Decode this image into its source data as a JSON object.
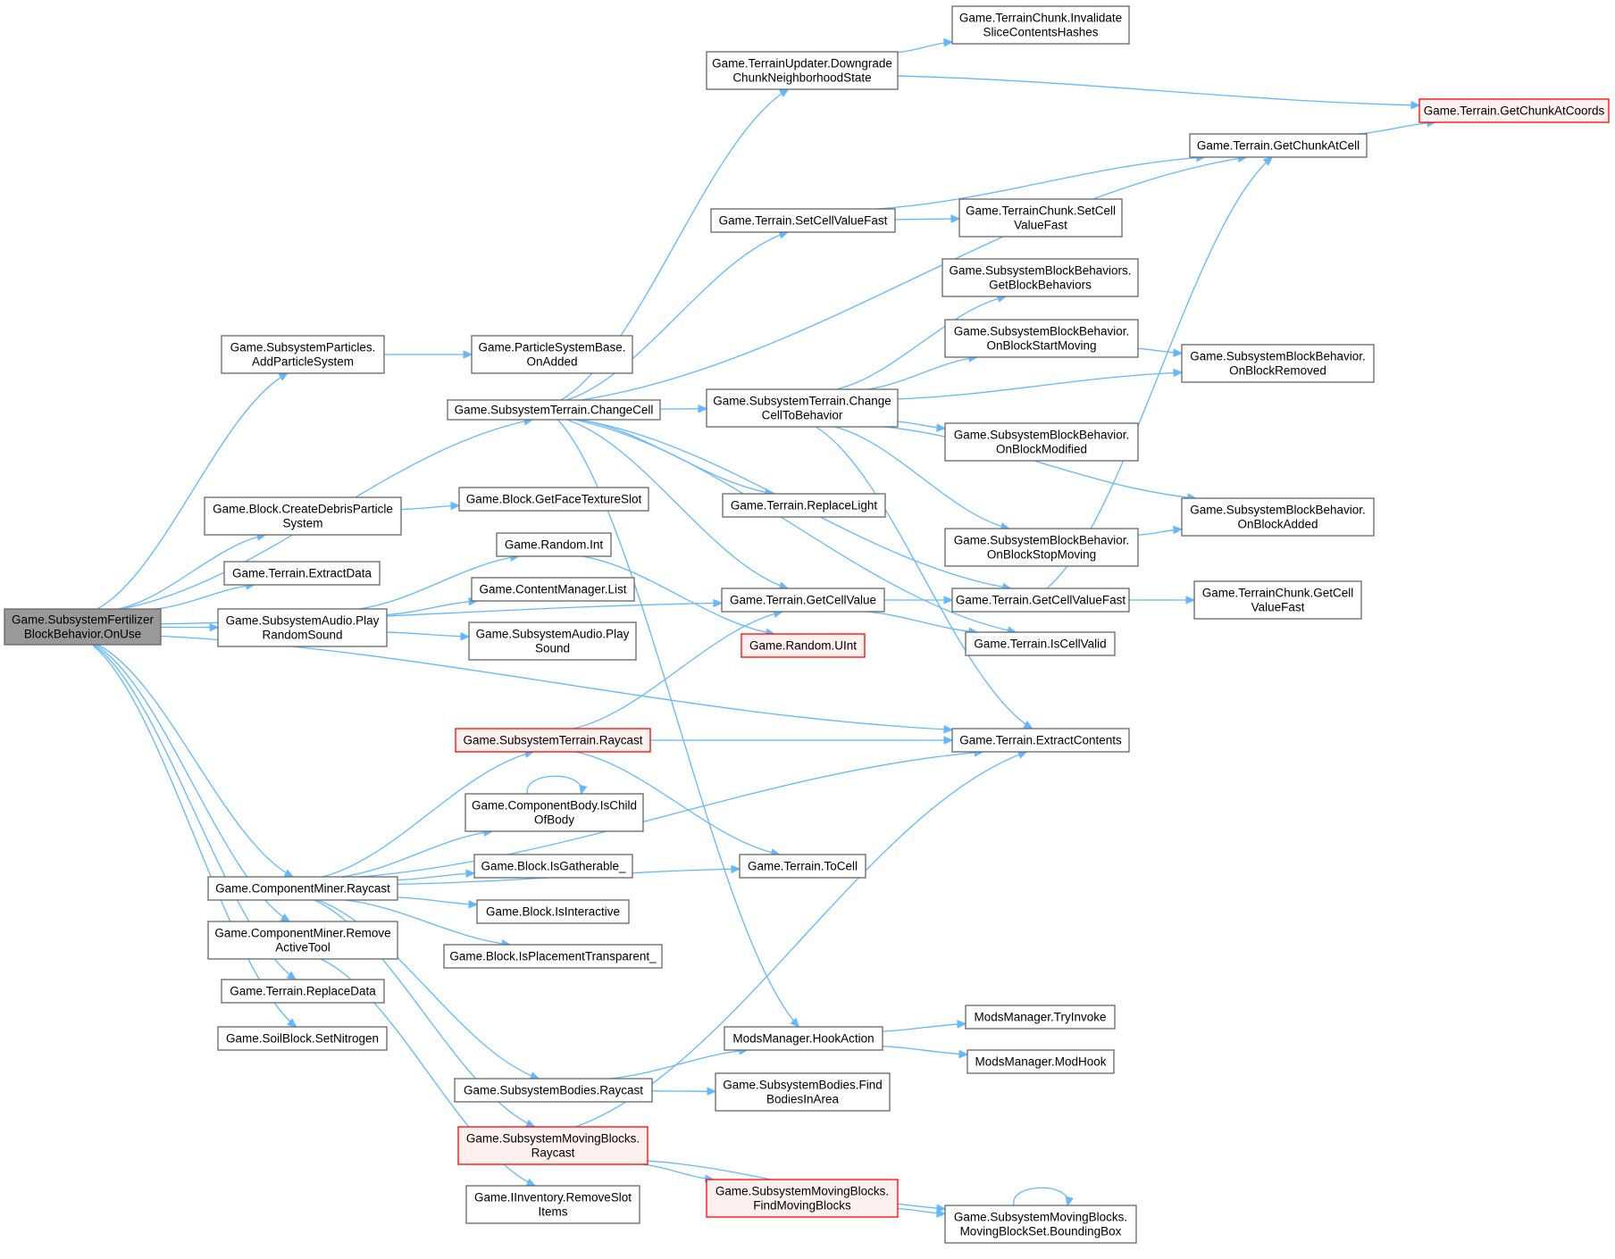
{
  "graph": {
    "edge_color": "#63b8ff",
    "root_fill": "#999999",
    "highlight_border": "#ff0000",
    "nodes": [
      {
        "id": "root",
        "lines": [
          "Game.SubsystemFertilizer",
          "BlockBehavior.OnUse"
        ],
        "style": "root"
      },
      {
        "id": "addParticle",
        "lines": [
          "Game.SubsystemParticles.",
          "AddParticleSystem"
        ]
      },
      {
        "id": "particleOnAdded",
        "lines": [
          "Game.ParticleSystemBase.",
          "OnAdded"
        ]
      },
      {
        "id": "changeCell",
        "lines": [
          "Game.SubsystemTerrain.ChangeCell"
        ]
      },
      {
        "id": "downgrade",
        "lines": [
          "Game.TerrainUpdater.Downgrade",
          "ChunkNeighborhoodState"
        ]
      },
      {
        "id": "invalidate",
        "lines": [
          "Game.TerrainChunk.Invalidate",
          "SliceContentsHashes"
        ]
      },
      {
        "id": "chunkAtCoords",
        "lines": [
          "Game.Terrain.GetChunkAtCoords"
        ],
        "style": "red"
      },
      {
        "id": "chunkAtCell",
        "lines": [
          "Game.Terrain.GetChunkAtCell"
        ]
      },
      {
        "id": "setCellValueFast",
        "lines": [
          "Game.Terrain.SetCellValueFast"
        ]
      },
      {
        "id": "chunkSetCell",
        "lines": [
          "Game.TerrainChunk.SetCell",
          "ValueFast"
        ]
      },
      {
        "id": "getBehaviors",
        "lines": [
          "Game.SubsystemBlockBehaviors.",
          "GetBlockBehaviors"
        ]
      },
      {
        "id": "startMoving",
        "lines": [
          "Game.SubsystemBlockBehavior.",
          "OnBlockStartMoving"
        ]
      },
      {
        "id": "onRemoved",
        "lines": [
          "Game.SubsystemBlockBehavior.",
          "OnBlockRemoved"
        ]
      },
      {
        "id": "changeToBehavior",
        "lines": [
          "Game.SubsystemTerrain.Change",
          "CellToBehavior"
        ]
      },
      {
        "id": "onModified",
        "lines": [
          "Game.SubsystemBlockBehavior.",
          "OnBlockModified"
        ]
      },
      {
        "id": "onAdded",
        "lines": [
          "Game.SubsystemBlockBehavior.",
          "OnBlockAdded"
        ]
      },
      {
        "id": "stopMoving",
        "lines": [
          "Game.SubsystemBlockBehavior.",
          "OnBlockStopMoving"
        ]
      },
      {
        "id": "createDebris",
        "lines": [
          "Game.Block.CreateDebrisParticle",
          "System"
        ]
      },
      {
        "id": "faceTexture",
        "lines": [
          "Game.Block.GetFaceTextureSlot"
        ]
      },
      {
        "id": "replaceLight",
        "lines": [
          "Game.Terrain.ReplaceLight"
        ]
      },
      {
        "id": "extractData",
        "lines": [
          "Game.Terrain.ExtractData"
        ]
      },
      {
        "id": "randomInt",
        "lines": [
          "Game.Random.Int"
        ]
      },
      {
        "id": "contentList",
        "lines": [
          "Game.ContentManager.List"
        ]
      },
      {
        "id": "playRandom",
        "lines": [
          "Game.SubsystemAudio.Play",
          "RandomSound"
        ]
      },
      {
        "id": "playSound",
        "lines": [
          "Game.SubsystemAudio.Play",
          "Sound"
        ]
      },
      {
        "id": "getCellValue",
        "lines": [
          "Game.Terrain.GetCellValue"
        ]
      },
      {
        "id": "getCellValueFast",
        "lines": [
          "Game.Terrain.GetCellValueFast"
        ]
      },
      {
        "id": "chunkGetCell",
        "lines": [
          "Game.TerrainChunk.GetCell",
          "ValueFast"
        ]
      },
      {
        "id": "randomUInt",
        "lines": [
          "Game.Random.UInt"
        ],
        "style": "red"
      },
      {
        "id": "isCellValid",
        "lines": [
          "Game.Terrain.IsCellValid"
        ]
      },
      {
        "id": "terrainRaycast",
        "lines": [
          "Game.SubsystemTerrain.Raycast"
        ],
        "style": "red"
      },
      {
        "id": "extractContents",
        "lines": [
          "Game.Terrain.ExtractContents"
        ]
      },
      {
        "id": "isChildOfBody",
        "lines": [
          "Game.ComponentBody.IsChild",
          "OfBody"
        ]
      },
      {
        "id": "toCell",
        "lines": [
          "Game.Terrain.ToCell"
        ]
      },
      {
        "id": "isGatherable",
        "lines": [
          "Game.Block.IsGatherable_"
        ]
      },
      {
        "id": "minerRaycast",
        "lines": [
          "Game.ComponentMiner.Raycast"
        ]
      },
      {
        "id": "isInteractive",
        "lines": [
          "Game.Block.IsInteractive"
        ]
      },
      {
        "id": "removeTool",
        "lines": [
          "Game.ComponentMiner.Remove",
          "ActiveTool"
        ]
      },
      {
        "id": "isPlacementTransparent",
        "lines": [
          "Game.Block.IsPlacementTransparent_"
        ]
      },
      {
        "id": "replaceData",
        "lines": [
          "Game.Terrain.ReplaceData"
        ]
      },
      {
        "id": "tryInvoke",
        "lines": [
          "ModsManager.TryInvoke"
        ]
      },
      {
        "id": "setNitrogen",
        "lines": [
          "Game.SoilBlock.SetNitrogen"
        ]
      },
      {
        "id": "hookAction",
        "lines": [
          "ModsManager.HookAction"
        ]
      },
      {
        "id": "modHook",
        "lines": [
          "ModsManager.ModHook"
        ]
      },
      {
        "id": "bodiesRaycast",
        "lines": [
          "Game.SubsystemBodies.Raycast"
        ]
      },
      {
        "id": "findBodies",
        "lines": [
          "Game.SubsystemBodies.Find",
          "BodiesInArea"
        ]
      },
      {
        "id": "movingRaycast",
        "lines": [
          "Game.SubsystemMovingBlocks.",
          "Raycast"
        ],
        "style": "red"
      },
      {
        "id": "findMoving",
        "lines": [
          "Game.SubsystemMovingBlocks.",
          "FindMovingBlocks"
        ],
        "style": "red"
      },
      {
        "id": "removeSlot",
        "lines": [
          "Game.IInventory.RemoveSlot",
          "Items"
        ]
      },
      {
        "id": "boundingBox",
        "lines": [
          "Game.SubsystemMovingBlocks.",
          "MovingBlockSet.BoundingBox"
        ]
      }
    ],
    "edges": [
      [
        "root",
        "addParticle"
      ],
      [
        "root",
        "changeCell"
      ],
      [
        "root",
        "getCellValue"
      ],
      [
        "root",
        "createDebris"
      ],
      [
        "root",
        "extractData"
      ],
      [
        "root",
        "playRandom"
      ],
      [
        "root",
        "extractContents"
      ],
      [
        "root",
        "minerRaycast"
      ],
      [
        "root",
        "removeTool"
      ],
      [
        "root",
        "replaceData"
      ],
      [
        "root",
        "setNitrogen"
      ],
      [
        "addParticle",
        "particleOnAdded"
      ],
      [
        "changeCell",
        "downgrade"
      ],
      [
        "changeCell",
        "chunkAtCell"
      ],
      [
        "changeCell",
        "setCellValueFast"
      ],
      [
        "changeCell",
        "changeToBehavior"
      ],
      [
        "changeCell",
        "replaceLight"
      ],
      [
        "changeCell",
        "getCellValue"
      ],
      [
        "changeCell",
        "getCellValueFast"
      ],
      [
        "changeCell",
        "isCellValid"
      ],
      [
        "changeCell",
        "hookAction"
      ],
      [
        "downgrade",
        "invalidate"
      ],
      [
        "downgrade",
        "chunkAtCoords"
      ],
      [
        "chunkAtCell",
        "chunkAtCoords"
      ],
      [
        "setCellValueFast",
        "chunkAtCell"
      ],
      [
        "setCellValueFast",
        "chunkSetCell"
      ],
      [
        "changeToBehavior",
        "getBehaviors"
      ],
      [
        "changeToBehavior",
        "startMoving"
      ],
      [
        "changeToBehavior",
        "onRemoved"
      ],
      [
        "changeToBehavior",
        "onModified"
      ],
      [
        "changeToBehavior",
        "onAdded"
      ],
      [
        "changeToBehavior",
        "stopMoving"
      ],
      [
        "changeToBehavior",
        "extractContents"
      ],
      [
        "startMoving",
        "onRemoved"
      ],
      [
        "stopMoving",
        "onAdded"
      ],
      [
        "createDebris",
        "faceTexture"
      ],
      [
        "playRandom",
        "randomInt"
      ],
      [
        "playRandom",
        "contentList"
      ],
      [
        "playRandom",
        "playSound"
      ],
      [
        "randomInt",
        "randomUInt"
      ],
      [
        "getCellValue",
        "getCellValueFast"
      ],
      [
        "getCellValue",
        "isCellValid"
      ],
      [
        "getCellValueFast",
        "chunkAtCell"
      ],
      [
        "getCellValueFast",
        "chunkGetCell"
      ],
      [
        "terrainRaycast",
        "getCellValue"
      ],
      [
        "terrainRaycast",
        "extractContents"
      ],
      [
        "terrainRaycast",
        "toCell"
      ],
      [
        "isChildOfBody",
        "isChildOfBody"
      ],
      [
        "minerRaycast",
        "terrainRaycast"
      ],
      [
        "minerRaycast",
        "isChildOfBody"
      ],
      [
        "minerRaycast",
        "isGatherable"
      ],
      [
        "minerRaycast",
        "isInteractive"
      ],
      [
        "minerRaycast",
        "isPlacementTransparent"
      ],
      [
        "minerRaycast",
        "toCell"
      ],
      [
        "minerRaycast",
        "extractContents"
      ],
      [
        "minerRaycast",
        "bodiesRaycast"
      ],
      [
        "minerRaycast",
        "movingRaycast"
      ],
      [
        "removeTool",
        "removeSlot"
      ],
      [
        "hookAction",
        "tryInvoke"
      ],
      [
        "hookAction",
        "modHook"
      ],
      [
        "bodiesRaycast",
        "hookAction"
      ],
      [
        "bodiesRaycast",
        "findBodies"
      ],
      [
        "movingRaycast",
        "extractContents"
      ],
      [
        "movingRaycast",
        "findMoving"
      ],
      [
        "movingRaycast",
        "boundingBox"
      ],
      [
        "findMoving",
        "boundingBox"
      ],
      [
        "boundingBox",
        "boundingBox"
      ]
    ]
  }
}
